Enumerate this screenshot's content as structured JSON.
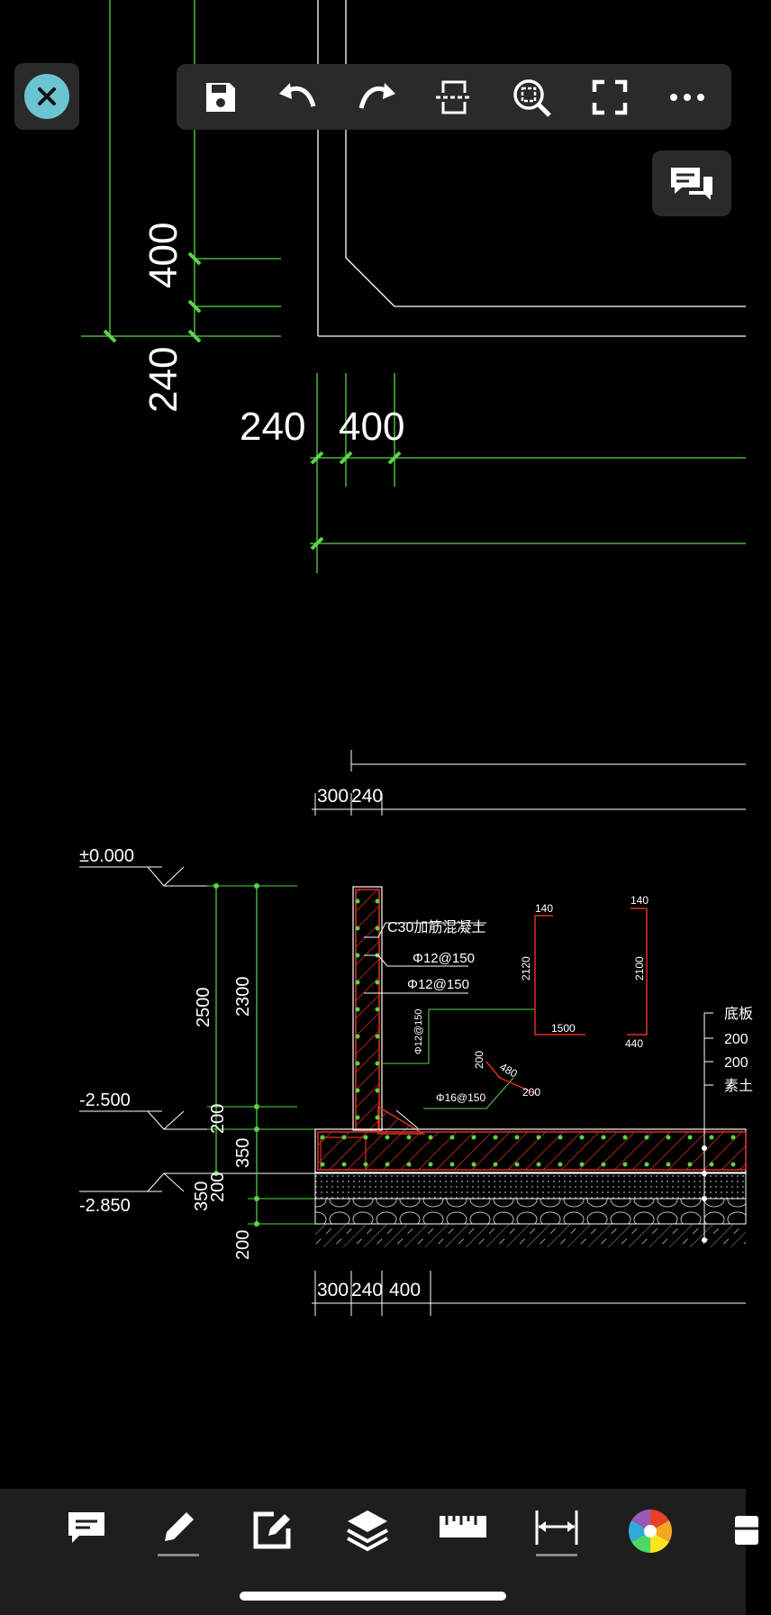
{
  "toolbar": {
    "buttons": [
      {
        "name": "save",
        "icon": "save-icon"
      },
      {
        "name": "undo",
        "icon": "undo-icon"
      },
      {
        "name": "redo",
        "icon": "redo-icon"
      },
      {
        "name": "split-view",
        "icon": "split-view-icon"
      },
      {
        "name": "zoom-window",
        "icon": "zoom-window-icon"
      },
      {
        "name": "fullscreen",
        "icon": "fullscreen-icon"
      },
      {
        "name": "more",
        "icon": "more-icon"
      }
    ]
  },
  "drawing": {
    "top_dims": {
      "v400": "400",
      "v240": "240",
      "h240": "240",
      "h400": "400"
    },
    "section": {
      "top_dim_300": "300",
      "top_dim_240": "240",
      "level_0": "±0.000",
      "level_m2500": "-2.500",
      "level_m2850": "-2.850",
      "dim_2500": "2500",
      "dim_2300": "2300",
      "dim_200a": "200",
      "dim_350a": "350",
      "dim_350b": "350",
      "dim_200b": "200",
      "dim_200c": "200",
      "label_concrete": "C30加筋混凝土",
      "label_rebar1": "Φ12@150",
      "label_rebar2": "Φ12@150",
      "label_rebar3": "Φ12@150",
      "label_rebar4": "Φ16@150",
      "detail_140a": "140",
      "detail_2120": "2120",
      "detail_1500": "1500",
      "detail_140b": "140",
      "detail_2100": "2100",
      "detail_440": "440",
      "detail_200": "200",
      "detail_480": "480",
      "detail_200b": "200",
      "right_text1": "底板",
      "right_text2": "200",
      "right_text3": "200",
      "right_text4": "素土",
      "bottom_dim_300": "300",
      "bottom_dim_240": "240",
      "bottom_dim_400": "400"
    }
  },
  "bottom_bar": {
    "items": [
      {
        "name": "comment",
        "icon": "comment-icon"
      },
      {
        "name": "draw",
        "icon": "pencil-icon"
      },
      {
        "name": "edit",
        "icon": "edit-icon"
      },
      {
        "name": "layers",
        "icon": "layers-icon"
      },
      {
        "name": "measure",
        "icon": "ruler-icon"
      },
      {
        "name": "dimension",
        "icon": "dimension-icon"
      },
      {
        "name": "color",
        "icon": "color-wheel-icon"
      },
      {
        "name": "toolbox",
        "icon": "toolbox-icon"
      }
    ]
  },
  "colors": {
    "green": "#5bd34a",
    "white": "#ffffff",
    "red": "#e03020",
    "accent": "#6bc4d1",
    "panel": "#2a2a2a"
  }
}
